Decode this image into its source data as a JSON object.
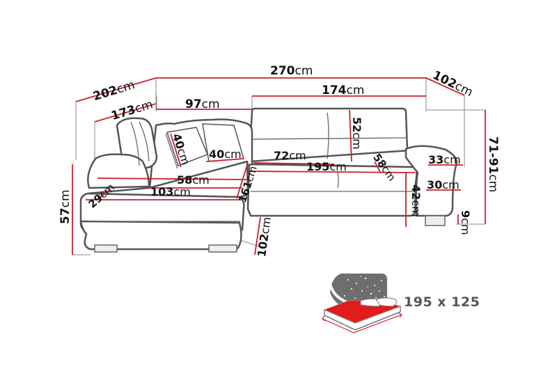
{
  "diagram": {
    "type": "product-dimension-drawing",
    "subject": "corner sofa bed",
    "unit": "cm",
    "colors": {
      "dimension_line": "#cc1f2d",
      "outline": "#555555",
      "extension_line": "#8a8a8a",
      "bed_surface": "#e21b1b",
      "night_sky": "#6e6e6e"
    },
    "dimensions": {
      "total_width": {
        "value": "270",
        "unit": "cm"
      },
      "back_width_right": {
        "value": "174",
        "unit": "cm"
      },
      "back_width_left": {
        "value": "97",
        "unit": "cm"
      },
      "left_depth_total": {
        "value": "202",
        "unit": "cm"
      },
      "left_depth_inner": {
        "value": "173",
        "unit": "cm"
      },
      "right_depth": {
        "value": "102",
        "unit": "cm"
      },
      "chaise_depth": {
        "value": "102",
        "unit": "cm"
      },
      "height_range": {
        "value": "71-91",
        "unit": "cm"
      },
      "left_height": {
        "value": "57",
        "unit": "cm"
      },
      "backrest_height": {
        "value": "52",
        "unit": "cm"
      },
      "pillow_height": {
        "value": "40",
        "unit": "cm"
      },
      "pillow_width": {
        "value": "40",
        "unit": "cm"
      },
      "seat_width_72": {
        "value": "72",
        "unit": "cm"
      },
      "seat_length": {
        "value": "195",
        "unit": "cm"
      },
      "seat_depth_58_right": {
        "value": "58",
        "unit": "cm"
      },
      "seat_depth_58_left": {
        "value": "58",
        "unit": "cm"
      },
      "chaise_length": {
        "value": "103",
        "unit": "cm"
      },
      "chaise_side": {
        "value": "161",
        "unit": "cm"
      },
      "headrest_depth": {
        "value": "29",
        "unit": "cm"
      },
      "armrest_top": {
        "value": "33",
        "unit": "cm"
      },
      "armrest_width": {
        "value": "30",
        "unit": "cm"
      },
      "seat_height": {
        "value": "42",
        "unit": "cm"
      },
      "leg_height": {
        "value": "9",
        "unit": "cm"
      }
    },
    "sleeping_area": {
      "label": "195 x 125",
      "icon": "bed-night-icon"
    }
  }
}
